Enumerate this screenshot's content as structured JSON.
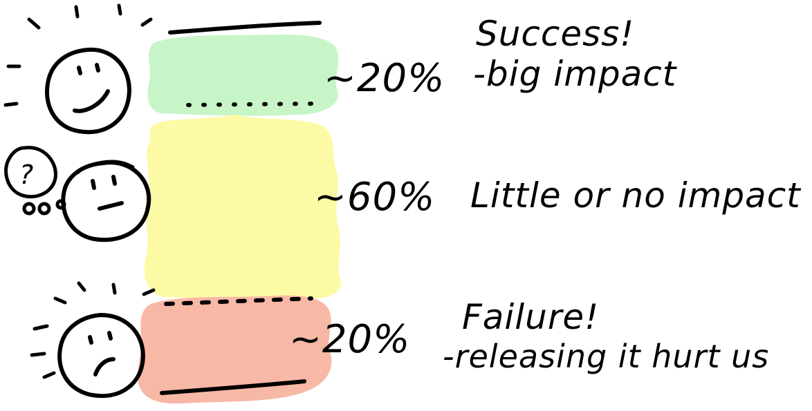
{
  "colors": {
    "success": "#c8f5c8",
    "neutral": "#fdfaa6",
    "failure": "#f8b8a6",
    "ink": "#000000"
  },
  "bands": [
    {
      "id": "success",
      "percent": "~20%",
      "title": "Success!",
      "subtitle": "-big impact",
      "face": "happy-face-icon"
    },
    {
      "id": "neutral",
      "percent": "~60%",
      "title": "Little or no impact",
      "subtitle": "",
      "face": "neutral-face-icon"
    },
    {
      "id": "failure",
      "percent": "~20%",
      "title": "Failure!",
      "subtitle": "-releasing it hurt us",
      "face": "sad-face-icon"
    }
  ],
  "thought_bubble": {
    "glyph": "?"
  }
}
